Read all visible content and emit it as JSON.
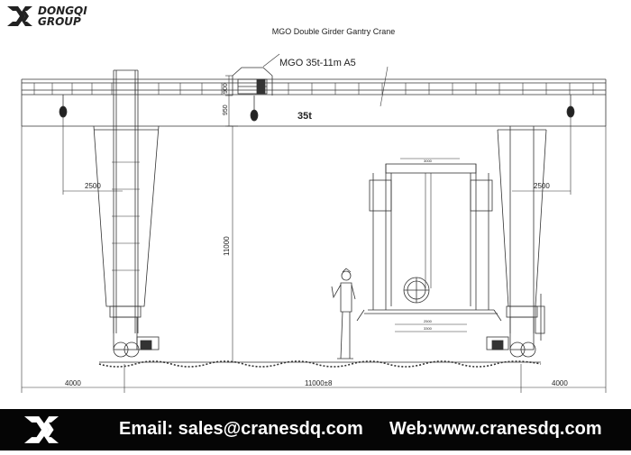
{
  "brand": {
    "top_logo_line1": "DONGQI",
    "top_logo_line2": "GROUP"
  },
  "drawing": {
    "title": "MGO Double Girder Gantry Crane",
    "model_label": "MGO 35t-11m A5",
    "capacity_label": "35t",
    "dim_trolley_height": "900",
    "dim_hook_offset": "950",
    "dim_cantilever_left": "2500",
    "dim_cantilever_right": "2500",
    "dim_lift_height": "11000",
    "dim_outrigger_left": "4000",
    "dim_span": "11000±8",
    "dim_outrigger_right": "4000",
    "cargo_top_width": "3000",
    "cargo_mid_width": "2500",
    "cargo_base_width": "3300"
  },
  "footer": {
    "email": "Email: sales@cranesdq.com",
    "web": "Web:www.cranesdq.com"
  },
  "colors": {
    "line": "#333333",
    "footer_bg": "#050505",
    "footer_text": "#ffffff"
  }
}
